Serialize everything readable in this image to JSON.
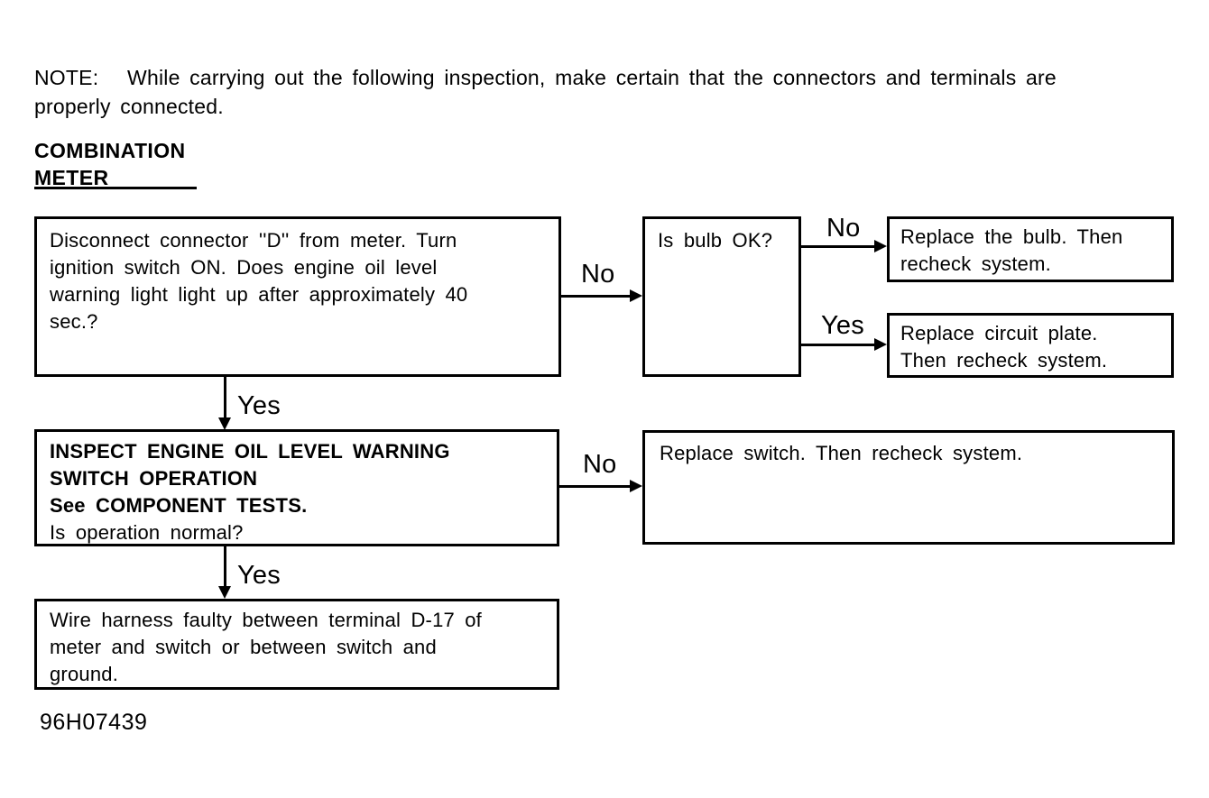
{
  "note": {
    "lines": [
      "NOTE:   While carrying out the following inspection, make certain that the connectors and terminals are",
      "properly connected."
    ]
  },
  "heading": {
    "line1": "COMBINATION",
    "line2": "METER"
  },
  "flowchart": {
    "labels": {
      "yes": "Yes",
      "no": "No"
    },
    "boxes": {
      "disconnect": {
        "lines": [
          "Disconnect connector ''D'' from meter. Turn",
          "ignition switch ON. Does engine oil level",
          "warning light light up after approximately 40",
          "sec.?"
        ]
      },
      "bulb": {
        "lines": [
          "Is bulb OK?"
        ]
      },
      "replace_bulb": {
        "lines": [
          "Replace the bulb. Then",
          "recheck system."
        ]
      },
      "replace_plate": {
        "lines": [
          "Replace circuit plate.",
          "Then recheck system."
        ]
      },
      "inspect": {
        "bold_lines": [
          "INSPECT ENGINE OIL LEVEL WARNING",
          "SWITCH OPERATION",
          "See COMPONENT TESTS."
        ],
        "normal_line": "Is operation normal?"
      },
      "replace_switch": {
        "lines": [
          "Replace switch. Then recheck system."
        ]
      },
      "wire_harness": {
        "lines": [
          "Wire harness faulty between terminal D-17 of",
          "meter and switch or between switch and",
          "ground."
        ]
      }
    }
  },
  "footer": {
    "figure_id": "96H07439"
  }
}
